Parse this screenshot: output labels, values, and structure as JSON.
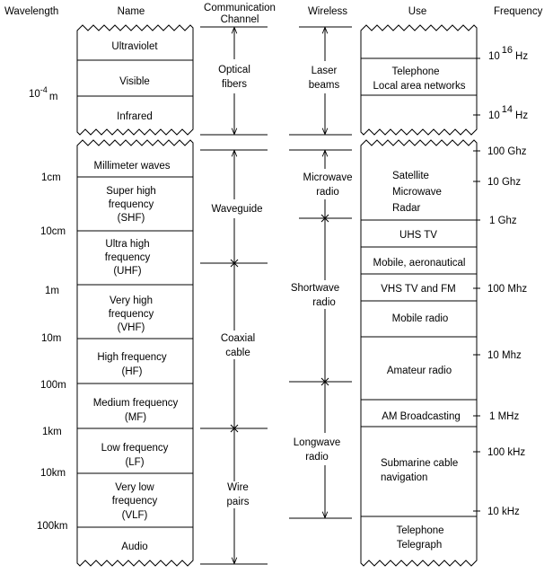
{
  "headers": {
    "wavelength": "Wavelength",
    "name": "Name",
    "channel_line1": "Communication",
    "channel_line2": "Channel",
    "wireless": "Wireless",
    "use": "Use",
    "frequency": "Frequency"
  },
  "wavelengths": {
    "w_micro": {
      "base": "10",
      "exp": "-4",
      "unit": "m"
    },
    "w1": "1cm",
    "w2": "10cm",
    "w3": "1m",
    "w4": "10m",
    "w5": "100m",
    "w6": "1km",
    "w7": "10km",
    "w8": "100km"
  },
  "names": {
    "uv": "Ultraviolet",
    "visible": "Visible",
    "ir": "Infrared",
    "mm": "Millimeter waves",
    "shf": [
      "Super high",
      "frequency",
      "(SHF)"
    ],
    "uhf": [
      "Ultra high",
      "frequency",
      "(UHF)"
    ],
    "vhf": [
      "Very high",
      "frequency",
      "(VHF)"
    ],
    "hf": [
      "High frequency",
      "(HF)"
    ],
    "mf": [
      "Medium frequency",
      "(MF)"
    ],
    "lf": [
      "Low frequency",
      "(LF)"
    ],
    "vlf": [
      "Very low",
      "frequency",
      "(VLF)"
    ],
    "audio": "Audio"
  },
  "channels": {
    "optical": [
      "Optical",
      "fibers"
    ],
    "waveguide": "Waveguide",
    "coaxial": [
      "Coaxial",
      "cable"
    ],
    "wire": [
      "Wire",
      "pairs"
    ]
  },
  "wireless": {
    "laser": [
      "Laser",
      "beams"
    ],
    "microwave": [
      "Microwave",
      "radio"
    ],
    "shortwave": [
      "Shortwave",
      "radio"
    ],
    "longwave": [
      "Longwave",
      "radio"
    ]
  },
  "uses": {
    "tel_lan": [
      "Telephone",
      "Local area networks"
    ],
    "satellite": [
      "Satellite",
      "Microwave",
      "Radar"
    ],
    "uhs": "UHS TV",
    "mobile_aero": "Mobile, aeronautical",
    "vhs": "VHS TV and FM",
    "mobile_radio": "Mobile radio",
    "amateur": "Amateur radio",
    "am": "AM Broadcasting",
    "submarine": [
      "Submarine cable",
      "navigation"
    ],
    "telegraph": [
      "Telephone",
      "Telegraph"
    ]
  },
  "frequencies": {
    "f16": {
      "base": "10",
      "exp": "16",
      "unit": "Hz"
    },
    "f14": {
      "base": "10",
      "exp": "14",
      "unit": "Hz"
    },
    "f100ghz": "100 Ghz",
    "f10ghz": "10 Ghz",
    "f1ghz": "1 Ghz",
    "f100mhz": "100 Mhz",
    "f10mhz": "10 Mhz",
    "f1mhz": "1 MHz",
    "f100khz": "100 kHz",
    "f10khz": "10 kHz"
  }
}
